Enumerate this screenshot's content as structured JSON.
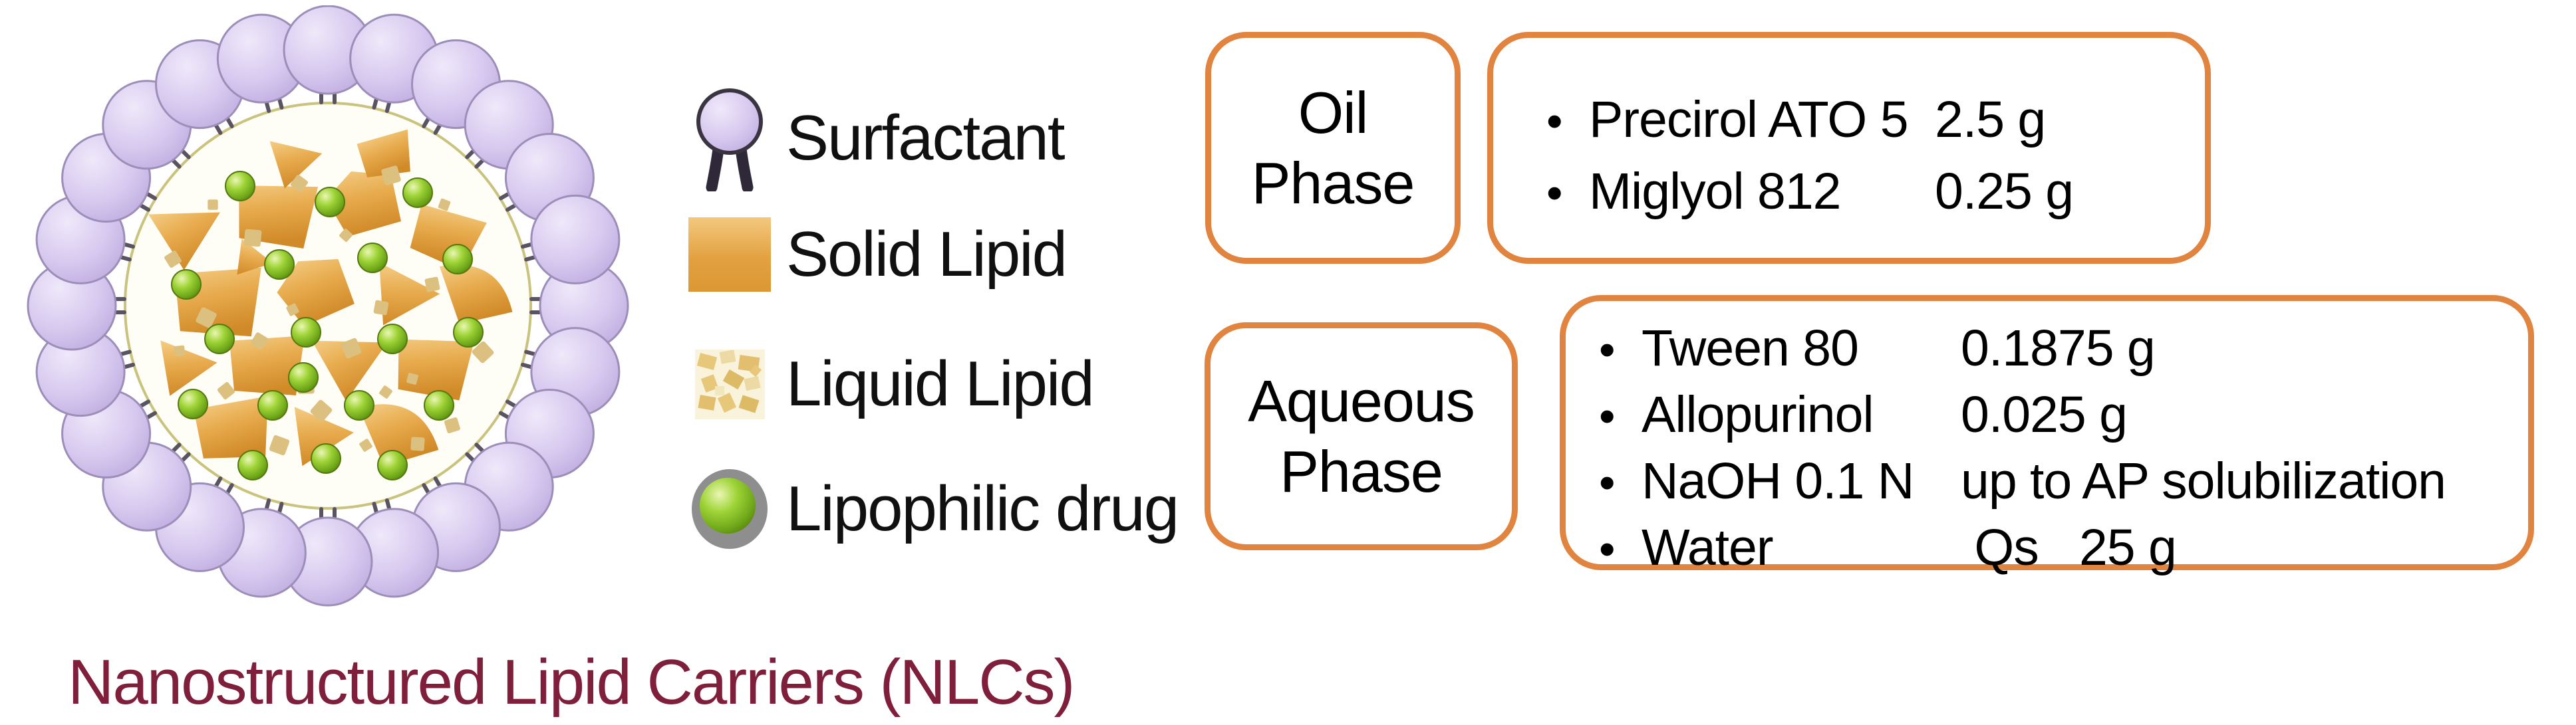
{
  "title": "Nanostructured Lipid Carriers (NLCs)",
  "colors": {
    "box_border_orange": "#E08440",
    "title_maroon": "#801F3C",
    "surfactant_lavender": "#D7C9EF",
    "solid_lipid_orange": "#E3A140",
    "liquid_lipid_tan": "#E7C87B",
    "drug_green": "#8CC63F"
  },
  "legend": {
    "items": [
      {
        "label": "Surfactant",
        "icon": "surfactant-icon"
      },
      {
        "label": "Solid Lipid",
        "icon": "solid-lipid-swatch"
      },
      {
        "label": "Liquid Lipid",
        "icon": "liquid-lipid-swatch"
      },
      {
        "label": "Lipophilic drug",
        "icon": "lipophilic-drug-icon"
      }
    ]
  },
  "oil_phase": {
    "label": "Oil Phase",
    "items": [
      {
        "name": "Precirol ATO 5",
        "amount": "2.5 g"
      },
      {
        "name": "Miglyol 812",
        "amount": "0.25 g"
      }
    ]
  },
  "aqueous_phase": {
    "label": "Aqueous Phase",
    "items": [
      {
        "name": "Tween 80",
        "amount": "0.1875 g"
      },
      {
        "name": "Allopurinol",
        "amount": "0.025 g"
      },
      {
        "name": "NaOH 0.1 N",
        "amount": "up to AP solubilization"
      },
      {
        "name": "Water",
        "amount": " Qs   25 g"
      }
    ]
  }
}
